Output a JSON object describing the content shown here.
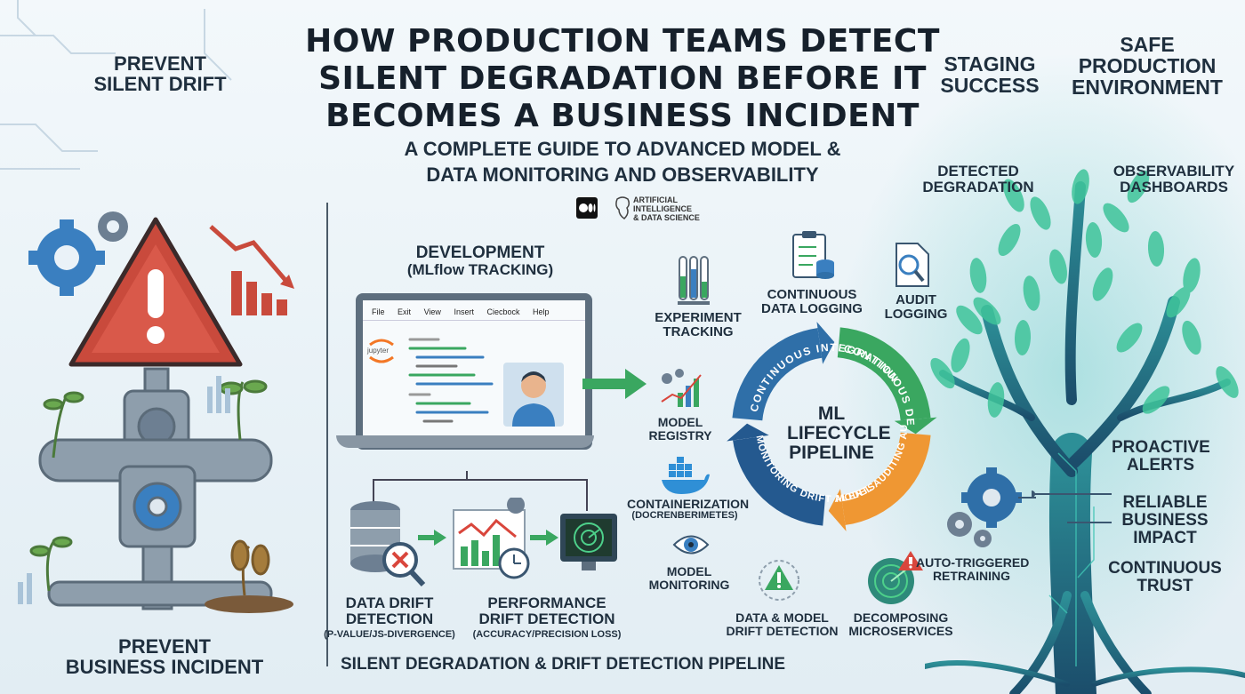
{
  "title": {
    "line1": "HOW PRODUCTION TEAMS DETECT",
    "line2": "SILENT DEGRADATION BEFORE IT",
    "line3": "BECOMES A BUSINESS INCIDENT"
  },
  "subtitle": {
    "line1": "A COMPLETE GUIDE TO ADVANCED MODEL &",
    "line2": "DATA MONITORING AND OBSERVABILITY"
  },
  "logo": {
    "text_line1": "ARTIFICIAL",
    "text_line2": "INTELLIGENCE",
    "text_line3": "& DATA SCIENCE"
  },
  "left_panel": {
    "top_label_line1": "PREVENT",
    "top_label_line2": "SILENT DRIFT",
    "bottom_label_line1": "PREVENT",
    "bottom_label_line2": "BUSINESS INCIDENT"
  },
  "right_panel": {
    "staging_line1": "STAGING",
    "staging_line2": "SUCCESS",
    "safe_line1": "SAFE",
    "safe_line2": "PRODUCTION",
    "safe_line3": "ENVIRONMENT",
    "detected_line1": "DETECTED",
    "detected_line2": "DEGRADATION",
    "observability_line1": "OBSERVABILITY",
    "observability_line2": "DASHBOARDS",
    "proactive_line1": "PROACTIVE",
    "proactive_line2": "ALERTS",
    "reliable_line1": "RELIABLE",
    "reliable_line2": "BUSINESS",
    "reliable_line3": "IMPACT",
    "trust_line1": "CONTINUOUS",
    "trust_line2": "TRUST"
  },
  "development": {
    "label_line1": "DEVELOPMENT",
    "label_line2": "(MLflow TRACKING)",
    "menu": [
      "File",
      "Exit",
      "View",
      "Insert",
      "Ciecbock",
      "Help"
    ],
    "jupyter_label": "jupyter"
  },
  "drift": {
    "data_line1": "DATA DRIFT",
    "data_line2": "DETECTION",
    "data_line3": "(P-VALUE/JS-DIVERGENCE)",
    "perf_line1": "PERFORMANCE",
    "perf_line2": "DRIFT DETECTION",
    "perf_line3": "(ACCURACY/PRECISION LOSS)"
  },
  "pipeline": {
    "center_line1": "ML",
    "center_line2": "LIFECYCLE",
    "center_line3": "PIPELINE",
    "segment_ci": "CONTINUOUS INTEGRATION",
    "segment_cd": "CONTINUOUS DEPLOYMENT",
    "segment_audit": "MODEL AUDITING AUTO-TRIGGERING",
    "segment_monitor": "MONITORING DRIFT ALERTS",
    "colors": {
      "ci": "#2f6fa8",
      "cd": "#3aa760",
      "audit": "#ef9733",
      "monitor": "#24598f"
    }
  },
  "stages": {
    "experiment_line1": "EXPERIMENT",
    "experiment_line2": "TRACKING",
    "logging_line1": "CONTINUOUS",
    "logging_line2": "DATA LOGGING",
    "audit_line1": "AUDIT",
    "audit_line2": "LOGGING",
    "registry_line1": "MODEL",
    "registry_line2": "REGISTRY",
    "container_line1": "CONTAINERIZATION",
    "container_line2": "(DOCRENBERIMETES)",
    "monitoring_line1": "MODEL",
    "monitoring_line2": "MONITORING",
    "dm_drift_line1": "DATA & MODEL",
    "dm_drift_line2": "DRIFT DETECTION",
    "decomposing_line1": "DECOMPOSING",
    "decomposing_line2": "MICROSERVICES",
    "retraining_line1": "AUTO-TRIGGERED",
    "retraining_line2": "RETRAINING"
  },
  "footer": {
    "pipeline_title": "SILENT DEGRADATION & DRIFT DETECTION PIPELINE"
  }
}
